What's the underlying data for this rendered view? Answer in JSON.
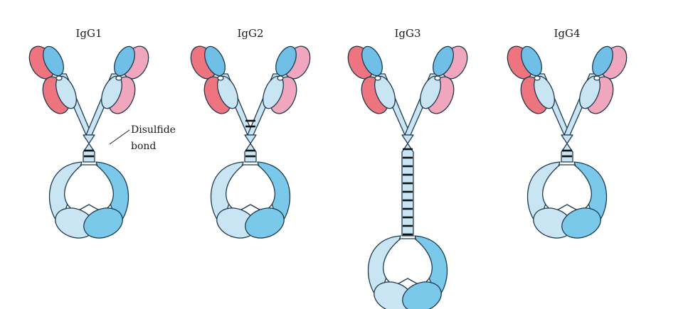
{
  "antibodies": [
    {
      "title": "IgG1",
      "bonds": 2,
      "hinge": "short"
    },
    {
      "title": "IgG2",
      "bonds": 4,
      "hinge": "short"
    },
    {
      "title": "IgG3",
      "bonds": 11,
      "hinge": "long"
    },
    {
      "title": "IgG4",
      "bonds": 2,
      "hinge": "short"
    }
  ],
  "callout": {
    "line1": "Disulfide",
    "line2": "bond"
  },
  "colors": {
    "heavy_chain": "#c9e5f3",
    "heavy_chain_fc_dark": "#7ac8ea",
    "variable_heavy": "#6fbfe7",
    "light_chain": "#ee7480",
    "light_chain_back": "#f0a6bd",
    "outline": "#1e3a4d",
    "bond": "#111111"
  }
}
